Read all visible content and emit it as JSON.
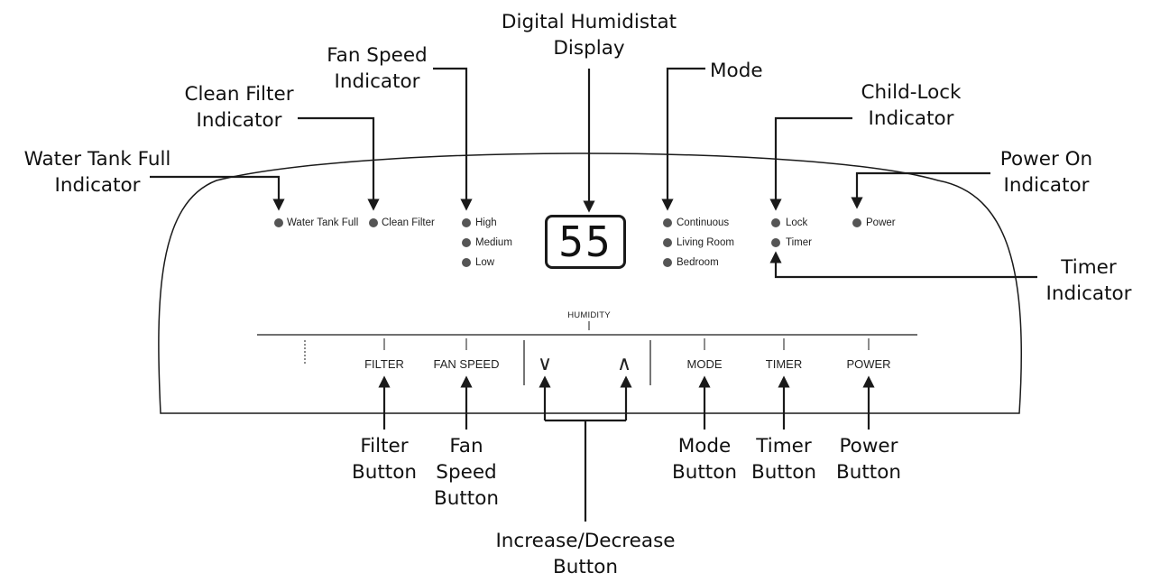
{
  "callouts": {
    "water_tank": [
      "Water Tank Full",
      "Indicator"
    ],
    "clean_filter": [
      "Clean Filter",
      "Indicator"
    ],
    "fan_speed": [
      "Fan Speed",
      "Indicator"
    ],
    "humidistat": [
      "Digital Humidistat",
      "Display"
    ],
    "mode": [
      "Mode"
    ],
    "child_lock": [
      "Child-Lock",
      "Indicator"
    ],
    "power_on": [
      "Power On",
      "Indicator"
    ],
    "timer_ind": [
      "Timer",
      "Indicator"
    ],
    "filter_btn": [
      "Filter",
      "Button"
    ],
    "fan_btn": [
      "Fan",
      "Speed",
      "Button"
    ],
    "updown_btn": [
      "Increase/Decrease",
      "Button"
    ],
    "mode_btn": [
      "Mode",
      "Button"
    ],
    "timer_btn": [
      "Timer",
      "Button"
    ],
    "power_btn": [
      "Power",
      "Button"
    ]
  },
  "panel": {
    "indicators": {
      "water_tank_full": "Water Tank Full",
      "clean_filter": "Clean Filter",
      "fan_high": "High",
      "fan_medium": "Medium",
      "fan_low": "Low",
      "mode_continuous": "Continuous",
      "mode_living_room": "Living Room",
      "mode_bedroom": "Bedroom",
      "lock": "Lock",
      "timer": "Timer",
      "power": "Power"
    },
    "display_value": "55",
    "humidity_label": "HUMIDITY",
    "buttons": {
      "filter": "FILTER",
      "fan_speed": "FAN SPEED",
      "decrease": "∨",
      "increase": "∧",
      "mode": "MODE",
      "timer": "TIMER",
      "power": "POWER"
    }
  },
  "colors": {
    "line": "#1a1a1a",
    "led": "#555555"
  }
}
